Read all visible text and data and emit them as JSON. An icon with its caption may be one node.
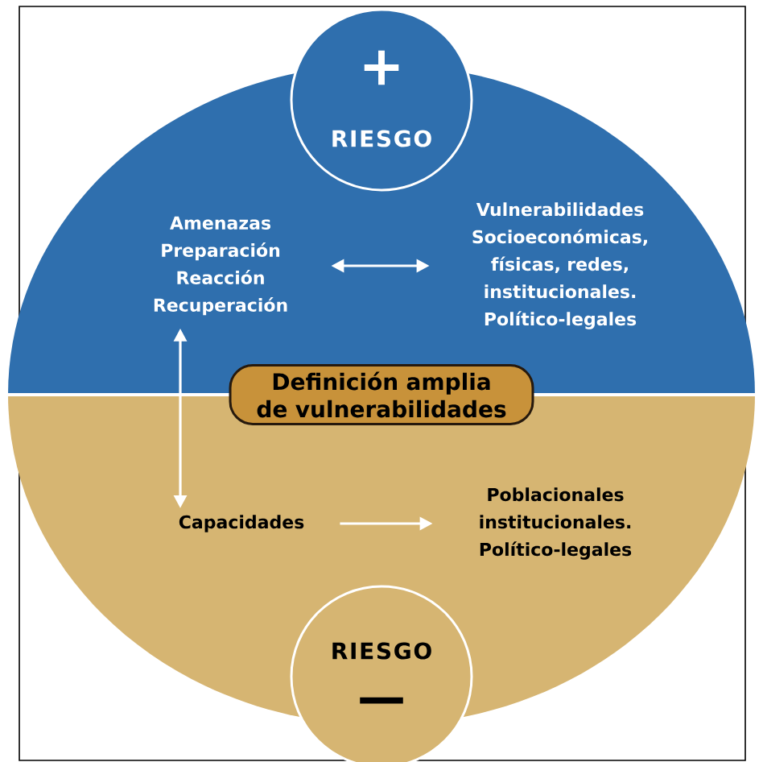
{
  "diagram": {
    "nodes": [
      {
        "text": [
          "+",
          "RIESGO"
        ]
      },
      {
        "text": [
          "Amenazas Preparación Reacción Recuperación"
        ]
      },
      {
        "text": [
          "Vulnerabilidades Socioeconómicas, físicas, redes, institucionales. Político-legales"
        ]
      },
      {
        "text": [
          "Definición amplia de vulnerabilidades"
        ]
      },
      {
        "text": [
          "Capacidades"
        ]
      },
      {
        "text": [
          "Poblacionales institucionales. Político-legales"
        ]
      },
      {
        "text": [
          "RIESGO",
          "—"
        ]
      }
    ],
    "edges": [
      {
        "from": 1,
        "to": 2,
        "arrow": "both"
      },
      {
        "from": 1,
        "to": 4,
        "arrow": "both"
      },
      {
        "from": 4,
        "to": 5,
        "arrow": "to"
      }
    ]
  }
}
